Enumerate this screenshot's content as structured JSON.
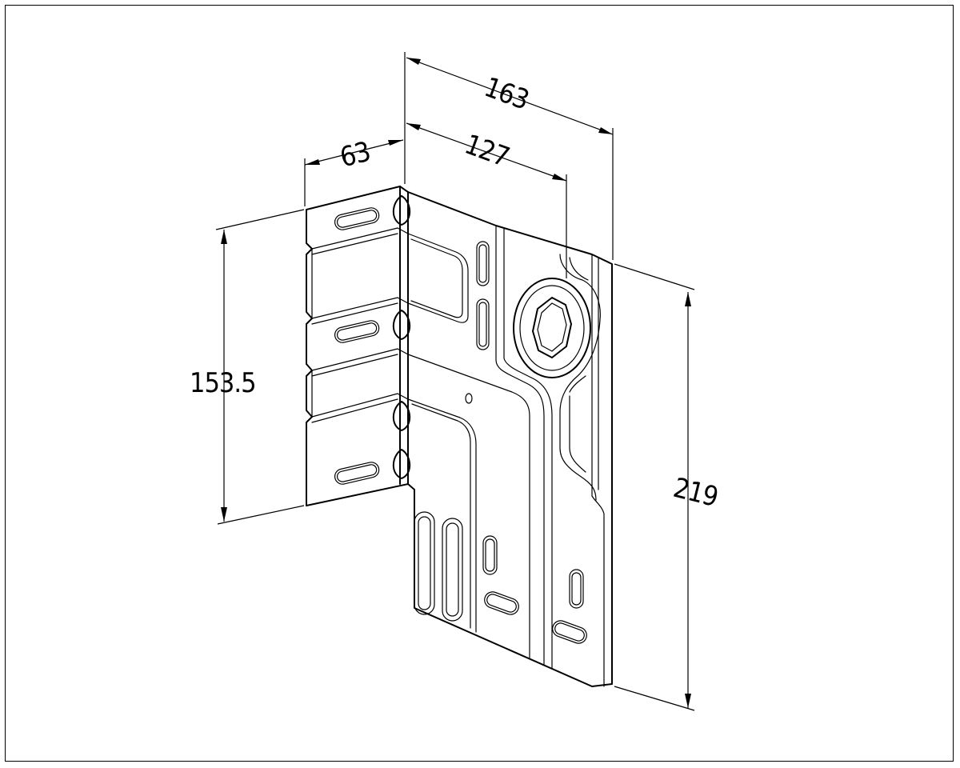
{
  "drawing": {
    "subject": "Bracket",
    "dimensions": {
      "overall_width": "163",
      "inner_width": "127",
      "flange_width": "63",
      "flange_height": "153.5",
      "overall_height": "219"
    }
  }
}
